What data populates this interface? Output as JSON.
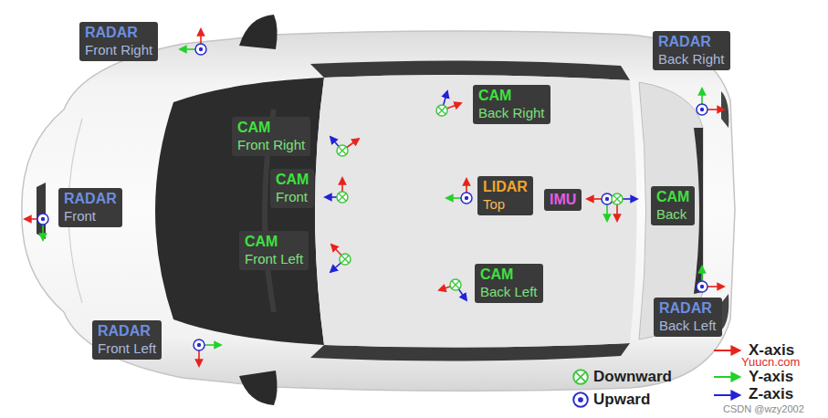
{
  "diagram": {
    "nodes": [
      {
        "text": [
          "RADAR",
          "Front Right"
        ]
      },
      {
        "text": [
          "RADAR",
          "Back Right"
        ]
      },
      {
        "text": [
          "CAM",
          "Back Right"
        ]
      },
      {
        "text": [
          "CAM",
          "Front Right"
        ]
      },
      {
        "text": [
          "CAM",
          "Front"
        ]
      },
      {
        "text": [
          "RADAR",
          "Front"
        ]
      },
      {
        "text": [
          "LIDAR",
          "Top"
        ]
      },
      {
        "text": [
          "IMU"
        ]
      },
      {
        "text": [
          "CAM",
          "Back"
        ]
      },
      {
        "text": [
          "CAM",
          "Front Left"
        ]
      },
      {
        "text": [
          "CAM",
          "Back Left"
        ]
      },
      {
        "text": [
          "RADAR",
          "Back Left"
        ]
      },
      {
        "text": [
          "RADAR",
          "Front Left"
        ]
      }
    ],
    "labels": [
      "Yuucn.com",
      "CSDN @wzy2002"
    ],
    "legend": [
      {
        "text": "X-axis"
      },
      {
        "text": "Downward"
      },
      {
        "text": "Y-axis"
      },
      {
        "text": "Upward"
      },
      {
        "text": "Z-axis"
      }
    ]
  }
}
